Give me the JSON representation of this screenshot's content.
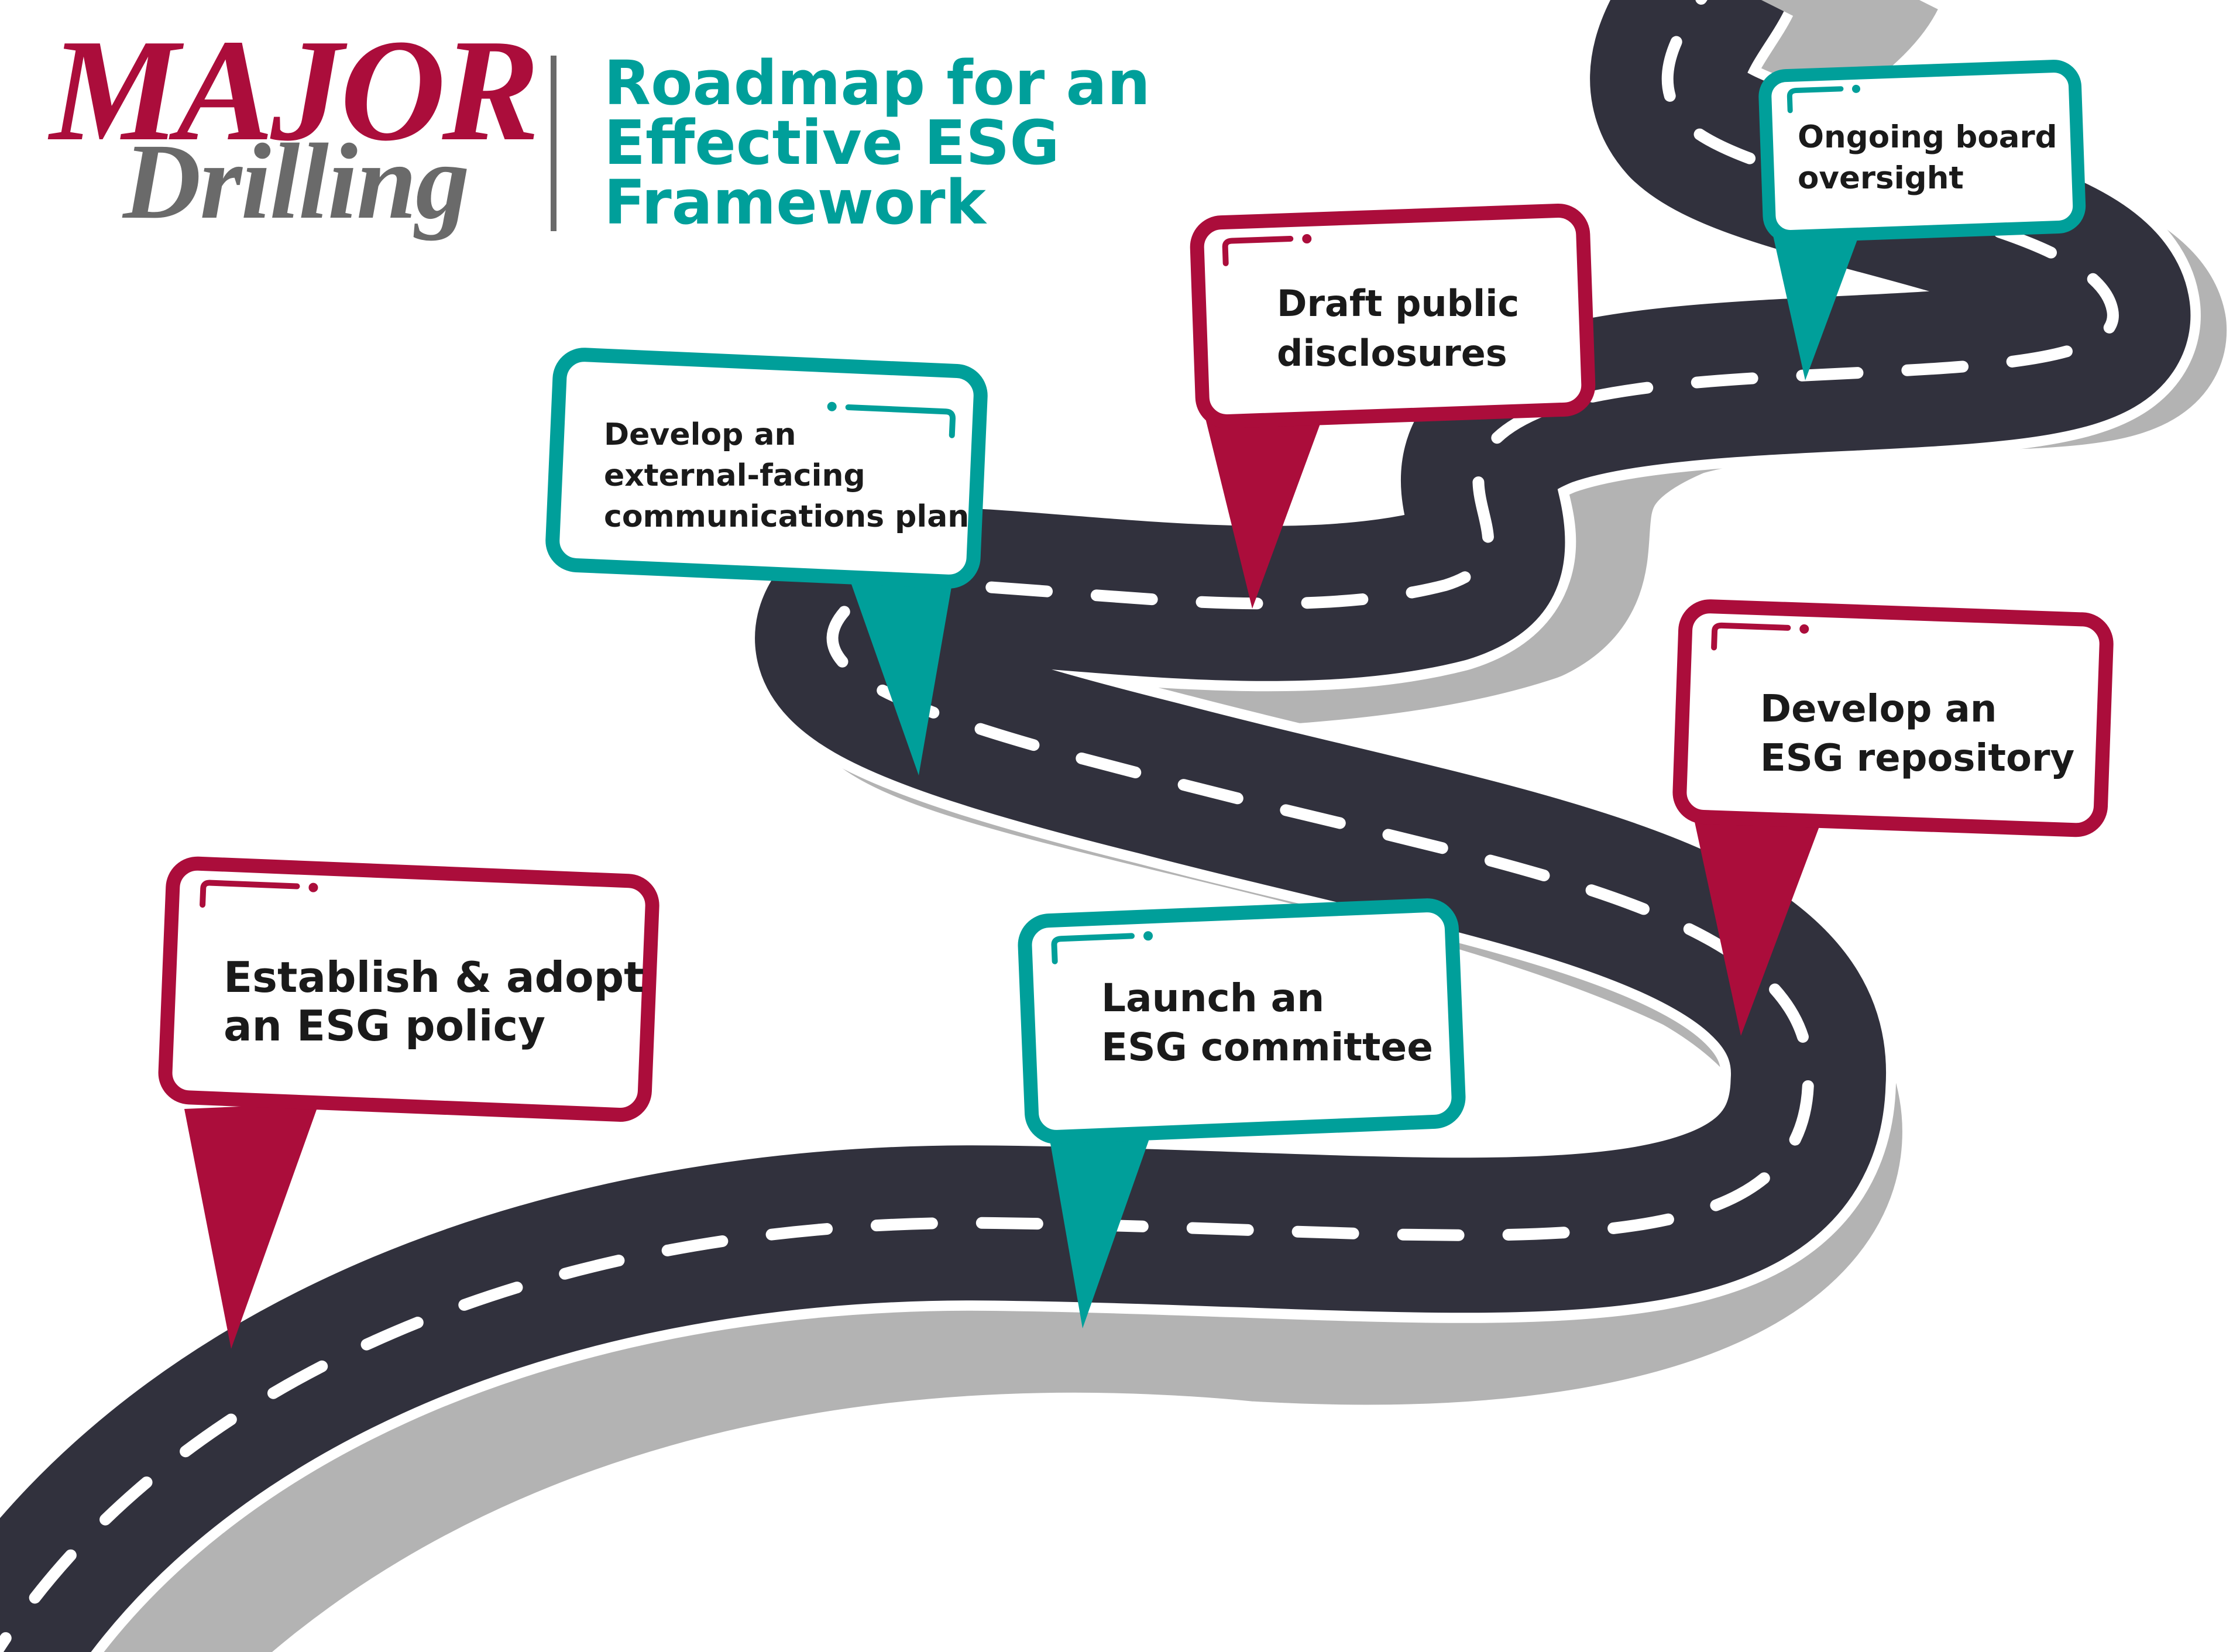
{
  "brand": {
    "line1": "MAJOR",
    "line2": "Drilling",
    "crimson": "#ab0d3b",
    "grey": "#6a6a6a"
  },
  "title": {
    "lines": [
      "Roadmap for an",
      "Effective ESG",
      "Framework"
    ],
    "color": "#009f9a"
  },
  "colors": {
    "road": "#31313d",
    "shadow": "#b3b3b3",
    "crimson": "#ab0d3b",
    "teal": "#009f9a",
    "dash": "#ffffff"
  },
  "steps": [
    {
      "id": "step-1",
      "lines": [
        "Establish & adopt",
        "an ESG policy"
      ],
      "color": "crimson"
    },
    {
      "id": "step-2",
      "lines": [
        "Launch an",
        "ESG committee"
      ],
      "color": "teal"
    },
    {
      "id": "step-3",
      "lines": [
        "Develop an",
        "ESG repository"
      ],
      "color": "crimson"
    },
    {
      "id": "step-4",
      "lines": [
        "Develop an",
        "external-facing",
        "communications plan"
      ],
      "color": "teal"
    },
    {
      "id": "step-5",
      "lines": [
        "Draft public",
        "disclosures"
      ],
      "color": "crimson"
    },
    {
      "id": "step-6",
      "lines": [
        "Ongoing board",
        "oversight"
      ],
      "color": "teal"
    }
  ]
}
